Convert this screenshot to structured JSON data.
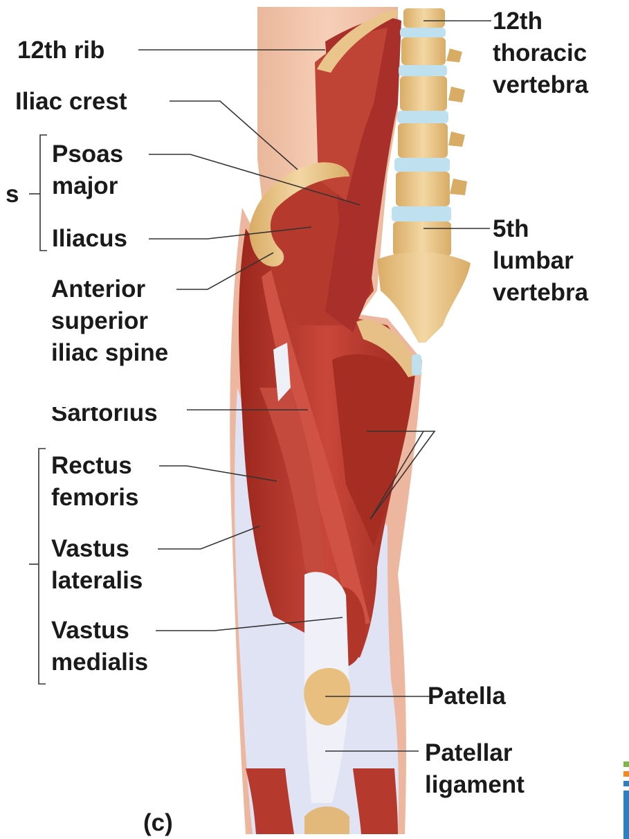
{
  "labels": {
    "rib12": "12th rib",
    "iliac_crest": "Iliac crest",
    "psoas_major": [
      "Psoas",
      "major"
    ],
    "iliacus": "Iliacus",
    "iliopsoas_fragment": "s",
    "asis": [
      "Anterior",
      "superior",
      "iliac spine"
    ],
    "sartorius_fragment": "Sartorius",
    "rectus_femoris": [
      "Rectus",
      "femoris"
    ],
    "vastus_lateralis": [
      "Vastus",
      "lateralis"
    ],
    "vastus_medialis": [
      "Vastus",
      "medialis"
    ],
    "thoracic_vertebra": [
      "12th",
      "thoracic",
      "vertebra"
    ],
    "lumbar_vertebra": [
      "5th",
      "lumbar",
      "vertebra"
    ],
    "patella": "Patella",
    "patellar_ligament": [
      "Patellar",
      "ligament"
    ],
    "panel": "(c)"
  },
  "colors": {
    "muscle": "#b83a2e",
    "muscle_dark": "#8e2219",
    "muscle_light": "#d4574a",
    "bone": "#e8c58a",
    "bone_dark": "#c99a55",
    "disc": "#b9dcea",
    "tendon": "#dfe3f2",
    "skin": "#f2c3a8",
    "leader_line": "#333333"
  },
  "icons": {
    "corner_decoration": "corner-stripes-icon"
  }
}
